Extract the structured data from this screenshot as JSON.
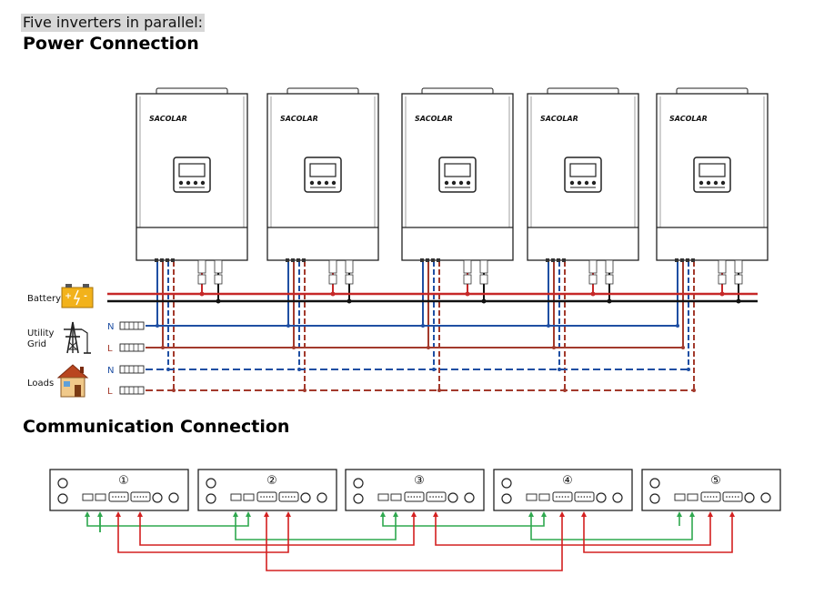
{
  "subtitle": "Five inverters in parallel:",
  "power_title": "Power Connection",
  "comm_title": "Communication Connection",
  "brand": "SACOLAR",
  "inverter_count": 5,
  "sources": {
    "battery": "Battery",
    "utility_line1": "Utility",
    "utility_line2": "Grid",
    "loads": "Loads"
  },
  "terminals": {
    "neutral": "N",
    "live": "L"
  },
  "units": [
    "①",
    "②",
    "③",
    "④",
    "⑤"
  ],
  "colors": {
    "battery_pos": "#c62828",
    "battery_neg": "#111111",
    "neutral": "#1f4fa3",
    "live": "#a33a2c",
    "comm_green": "#2fa84f",
    "comm_red": "#d42020"
  }
}
